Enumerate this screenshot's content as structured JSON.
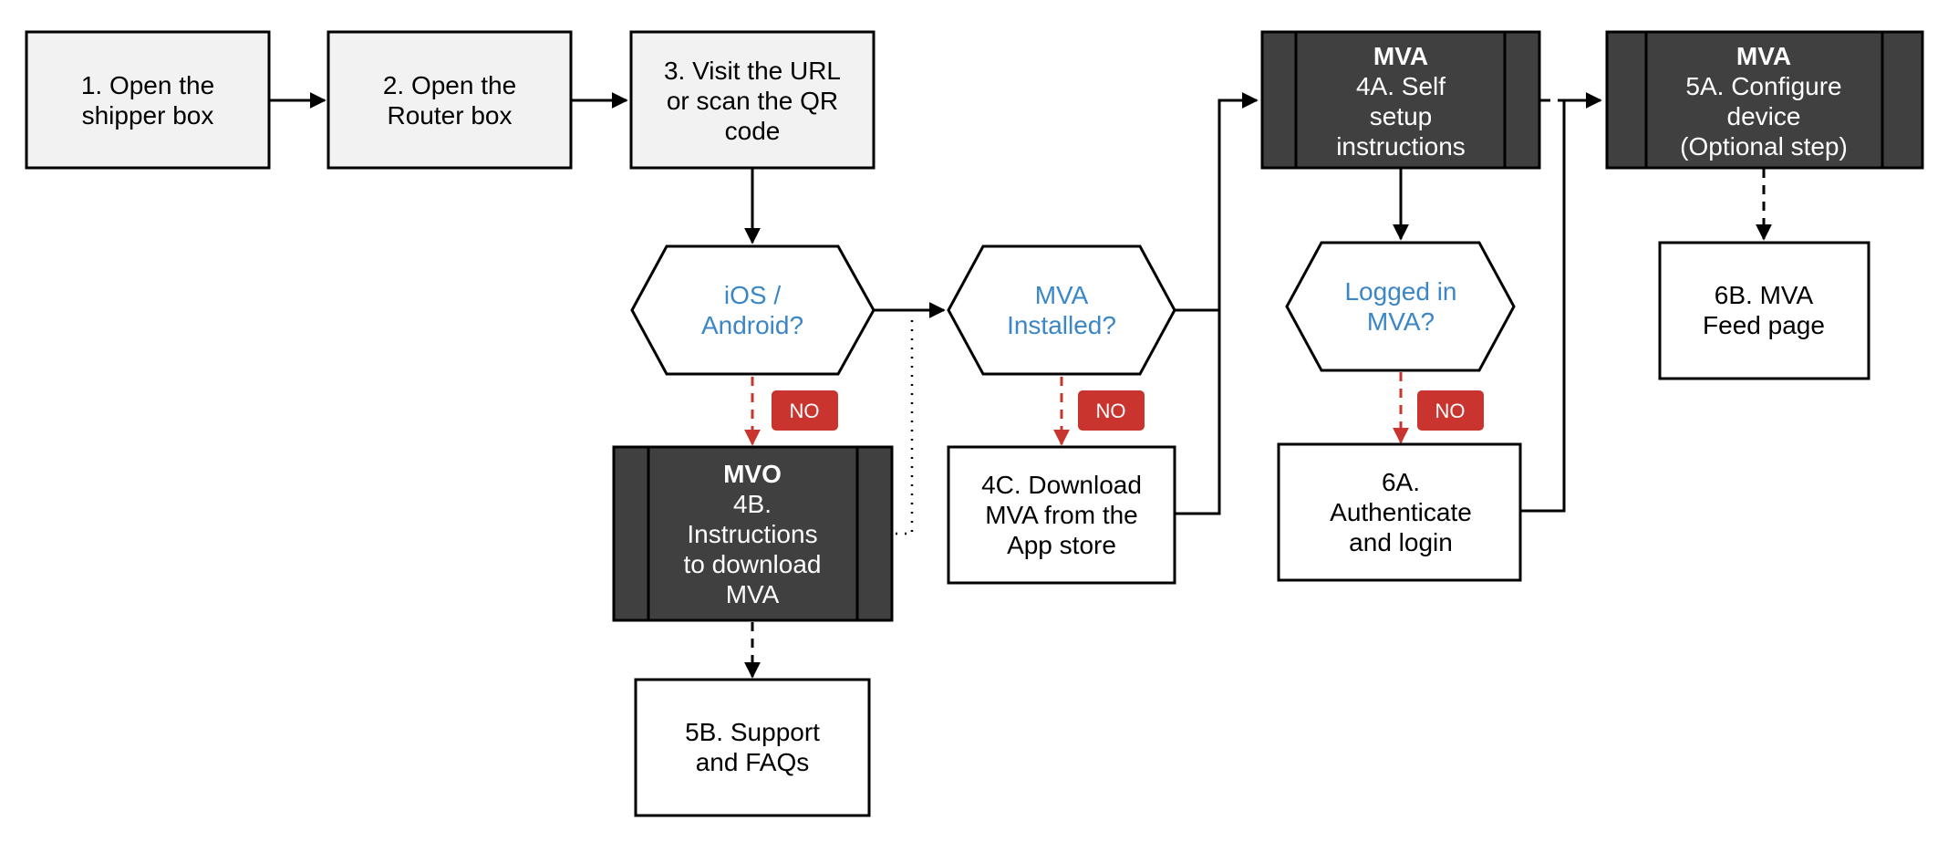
{
  "colors": {
    "light_box_fill": "#f2f2f2",
    "dark_box_fill": "#404040",
    "decision_text": "#3b86c6",
    "no_badge": "#c9342e",
    "line": "#000000",
    "no_arrow": "#c9342e"
  },
  "nodes": {
    "step1": {
      "line1": "1. Open the",
      "line2": "shipper box"
    },
    "step2": {
      "line1": "2. Open the",
      "line2": "Router box"
    },
    "step3": {
      "line1": "3. Visit the URL",
      "line2": "or scan the QR",
      "line3": "code"
    },
    "ios_decision": {
      "line1": "iOS /",
      "line2": "Android?"
    },
    "mva_installed_decision": {
      "line1": "MVA",
      "line2": "Installed?"
    },
    "step4a": {
      "heading": "MVA",
      "line1": "4A. Self",
      "line2": "setup",
      "line3": "instructions"
    },
    "step5a": {
      "heading": "MVA",
      "line1": "5A. Configure",
      "line2": "device",
      "line3": "(Optional step)"
    },
    "logged_in_decision": {
      "line1": "Logged in",
      "line2": "MVA?"
    },
    "step4b": {
      "heading": "MVO",
      "line1": "4B.",
      "line2": "Instructions",
      "line3": "to download",
      "line4": "MVA"
    },
    "step4c": {
      "line1": "4C. Download",
      "line2": "MVA from the",
      "line3": "App store"
    },
    "step6a": {
      "line1": "6A.",
      "line2": "Authenticate",
      "line3": "and login"
    },
    "step6b": {
      "line1": "6B. MVA",
      "line2": "Feed page"
    },
    "step5b": {
      "line1": "5B. Support",
      "line2": "and FAQs"
    }
  },
  "badges": {
    "no1": "NO",
    "no2": "NO",
    "no3": "NO"
  }
}
